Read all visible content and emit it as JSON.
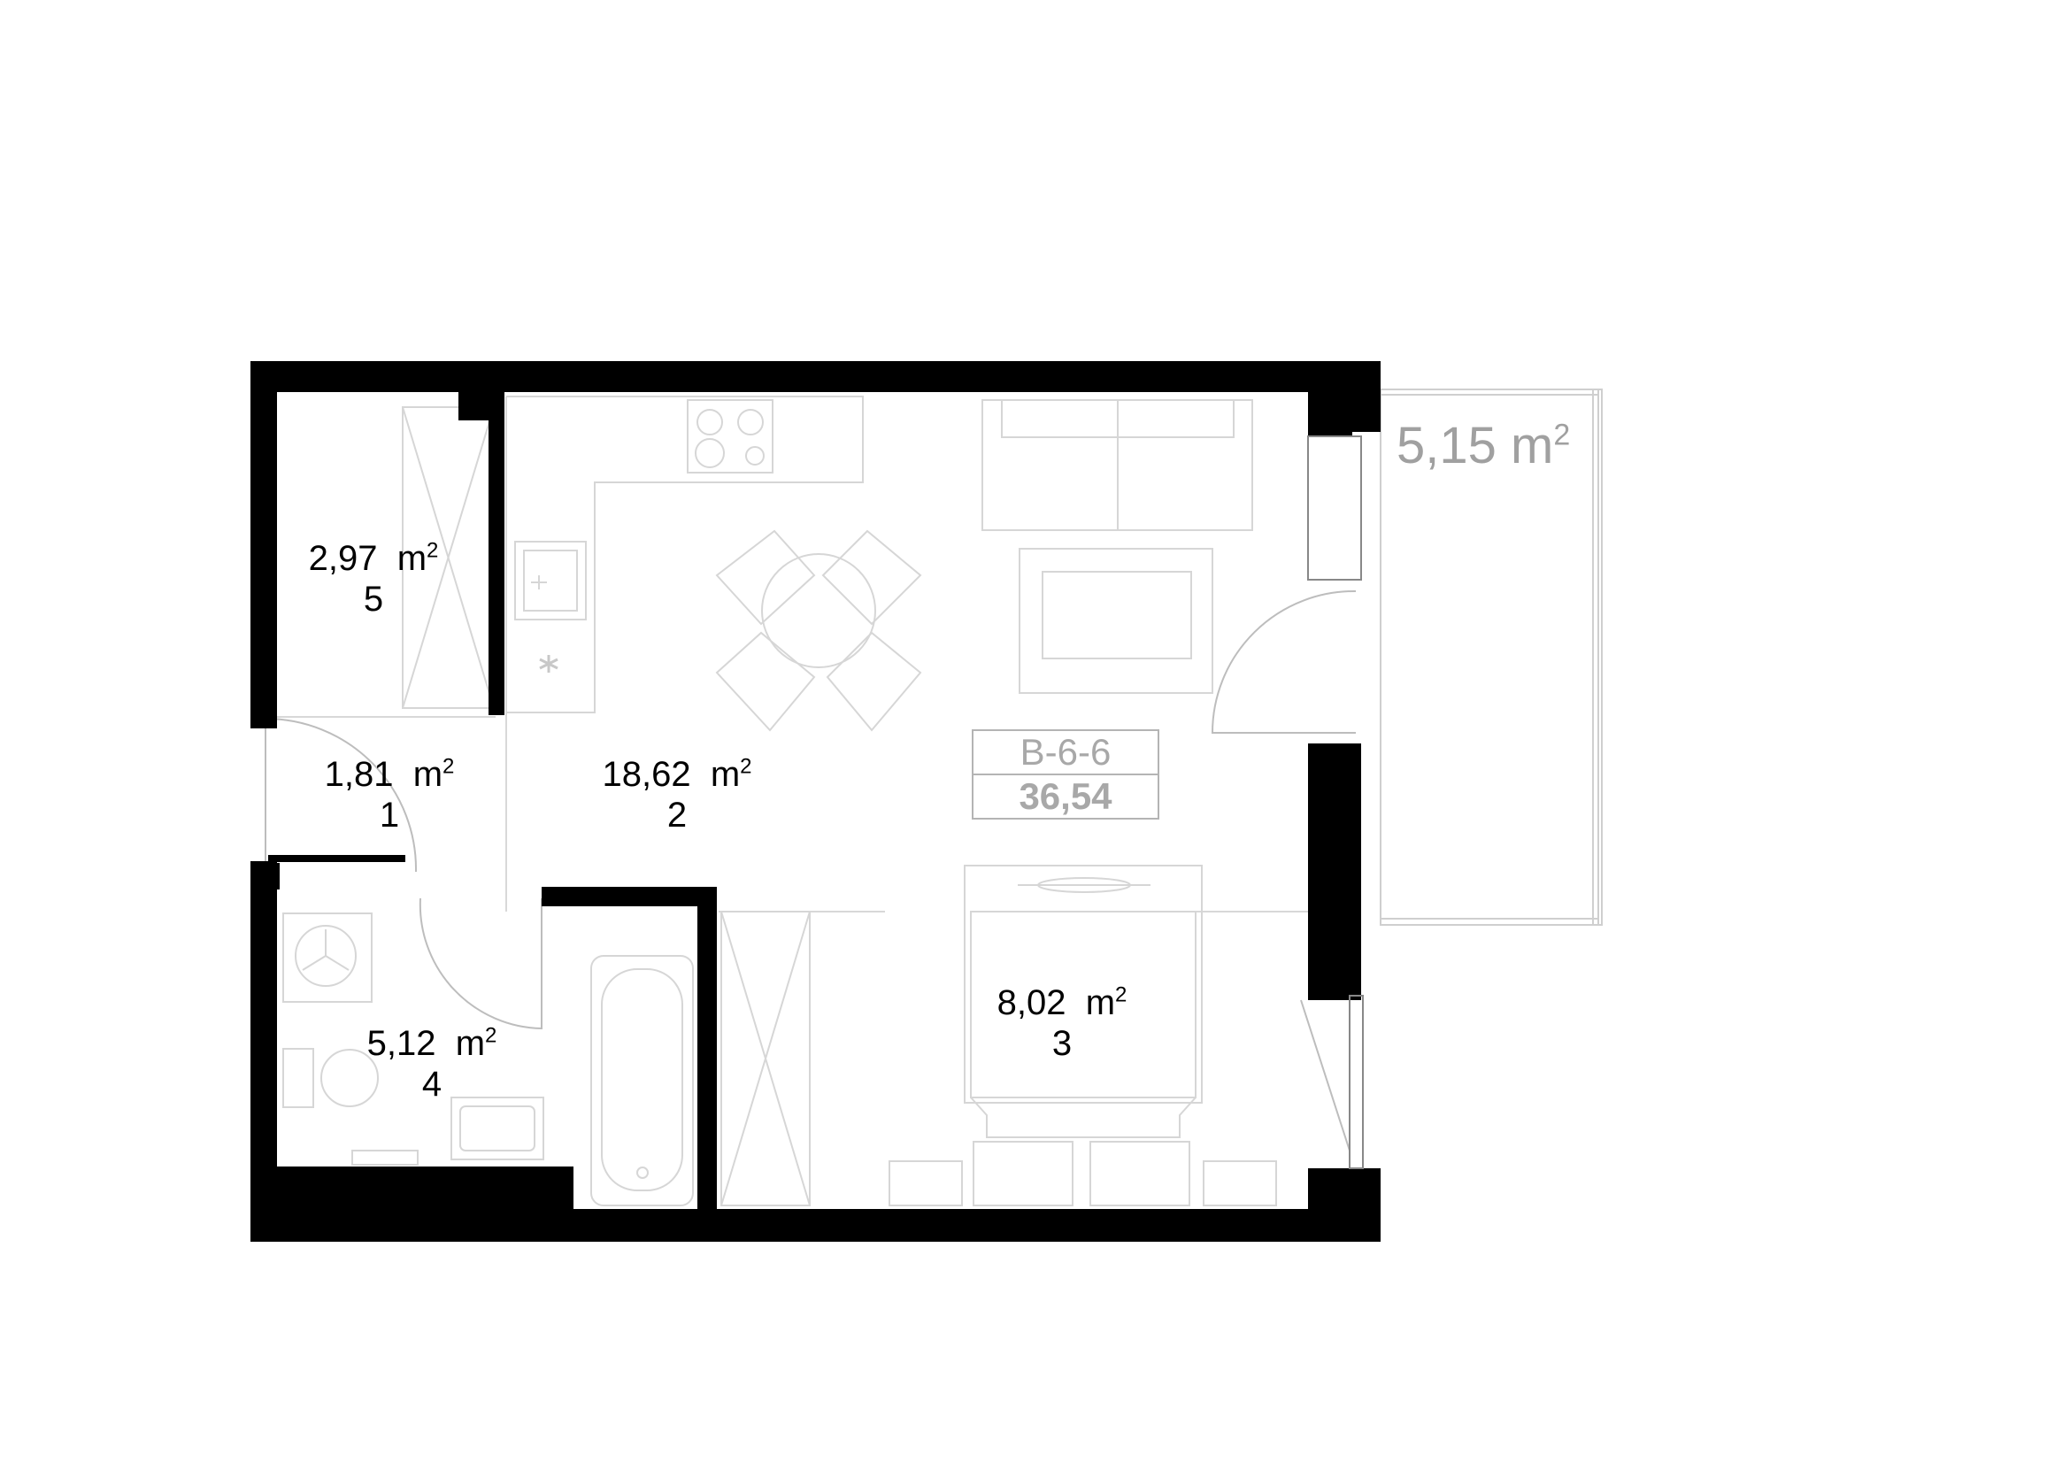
{
  "rooms": [
    {
      "id": "5",
      "area": "2,97",
      "unit": "m",
      "exp": "2"
    },
    {
      "id": "1",
      "area": "1,81",
      "unit": "m",
      "exp": "2"
    },
    {
      "id": "2",
      "area": "18,62",
      "unit": "m",
      "exp": "2"
    },
    {
      "id": "4",
      "area": "5,12",
      "unit": "m",
      "exp": "2"
    },
    {
      "id": "3",
      "area": "8,02",
      "unit": "m",
      "exp": "2"
    }
  ],
  "balcony": {
    "area": "5,15",
    "unit": "m",
    "exp": "2"
  },
  "apartment": {
    "code": "B-6-6",
    "total_area": "36,54"
  },
  "colors": {
    "wall": "#000000",
    "furniture": "#d6d6d6",
    "muted_text": "#a8a8a8"
  }
}
